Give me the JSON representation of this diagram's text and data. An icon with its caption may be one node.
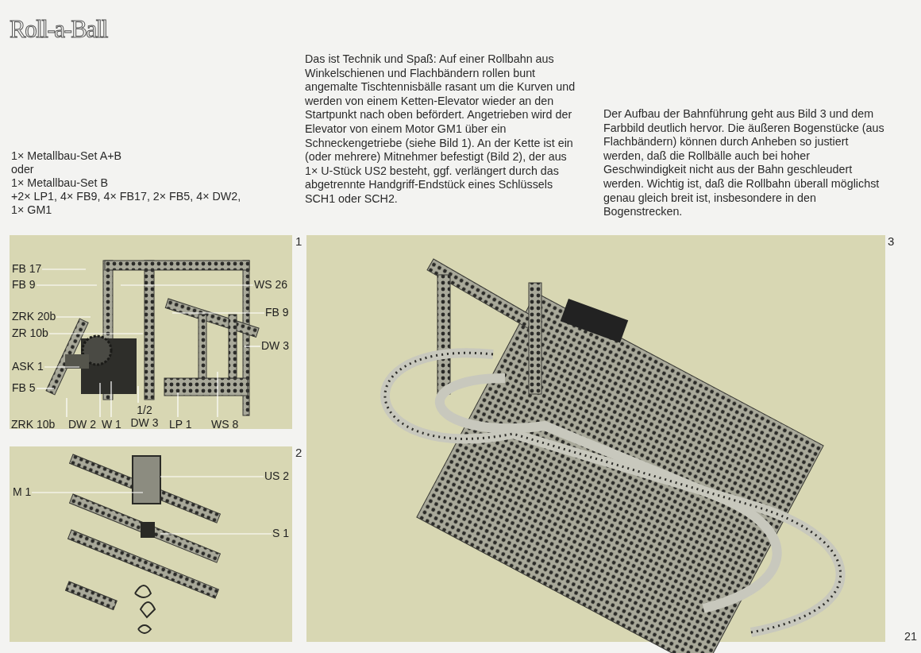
{
  "diagram": {
    "title": "Roll-a-Ball",
    "nodes": [
      {
        "text": [],
        "shape": "picture",
        "beside": [
          "1"
        ]
      },
      {
        "text": [
          "FB 17"
        ],
        "in": 0
      },
      {
        "text": [
          "FB 9"
        ],
        "in": 0
      },
      {
        "text": [
          "ZRK 20b"
        ],
        "in": 0
      },
      {
        "text": [
          "ZR 10b"
        ],
        "in": 0
      },
      {
        "text": [
          "ASK 1"
        ],
        "in": 0
      },
      {
        "text": [
          "FB 5"
        ],
        "in": 0
      },
      {
        "text": [
          "WS 26"
        ],
        "in": 0
      },
      {
        "text": [
          "FB 9"
        ],
        "in": 0
      },
      {
        "text": [
          "DW 3"
        ],
        "in": 0
      },
      {
        "text": [
          "ZRK 10b"
        ],
        "in": 0
      },
      {
        "text": [
          "DW 2"
        ],
        "in": 0
      },
      {
        "text": [
          "W 1"
        ],
        "in": 0
      },
      {
        "text": [
          "1/2 DW 3"
        ],
        "in": 0
      },
      {
        "text": [
          "LP 1"
        ],
        "in": 0
      },
      {
        "text": [
          "WS 8"
        ],
        "in": 0
      },
      {
        "text": [],
        "shape": "picture",
        "beside": [
          "2"
        ]
      },
      {
        "text": [
          "US 2"
        ],
        "in": 16
      },
      {
        "text": [
          "M 1"
        ],
        "in": 16
      },
      {
        "text": [
          "S 1"
        ],
        "in": 16
      },
      {
        "text": [],
        "shape": "picture",
        "beside": [
          "3"
        ]
      }
    ],
    "edges": [
      {
        "from": 1,
        "to": null,
        "arrow": "none"
      },
      {
        "from": 2,
        "to": null,
        "arrow": "none"
      },
      {
        "from": 3,
        "to": null,
        "arrow": "none"
      },
      {
        "from": 4,
        "to": null,
        "arrow": "none"
      },
      {
        "from": 5,
        "to": null,
        "arrow": "none"
      },
      {
        "from": 6,
        "to": null,
        "arrow": "none"
      },
      {
        "from": 7,
        "to": null,
        "arrow": "none"
      },
      {
        "from": 8,
        "to": null,
        "arrow": "none"
      },
      {
        "from": 9,
        "to": null,
        "arrow": "none"
      },
      {
        "from": 10,
        "to": null,
        "arrow": "none"
      },
      {
        "from": 11,
        "to": null,
        "arrow": "none"
      },
      {
        "from": 12,
        "to": null,
        "arrow": "none"
      },
      {
        "from": 13,
        "to": null,
        "arrow": "none"
      },
      {
        "from": 14,
        "to": null,
        "arrow": "none"
      },
      {
        "from": 15,
        "to": null,
        "arrow": "none"
      },
      {
        "from": 17,
        "to": null,
        "arrow": "none"
      },
      {
        "from": 18,
        "to": null,
        "arrow": "none"
      },
      {
        "from": 19,
        "to": null,
        "arrow": "none"
      }
    ],
    "labels": [
      "1× Metallbau-Set A+B",
      "oder",
      "1× Metallbau-Set B",
      "+2× LP1, 4× FB9, 4× FB17, 2× FB5, 4× DW2, 1× GM1",
      "Das ist Technik und Spaß: Auf einer Rollbahn aus Winkelschienen und Flachbändern rollen bunt angemalte Tischtennisbälle rasant um die Kurven und werden von einem Ketten-Elevator wieder an den Startpunkt nach oben befördert. Angetrieben wird der Elevator von einem Motor GM1 über ein Schneckengetriebe (siehe Bild 1). An der Kette ist ein (oder mehrere) Mitnehmer befestigt (Bild 2), der aus 1× U-Stück US2 besteht, ggf. verlängert durch das abgetrennte Handgriff-Endstück eines Schlüssels SCH1 oder SCH2.",
      "Der Aufbau der Bahnführung geht aus Bild 3 und dem Farbbild deutlich hervor. Die äußeren Bogenstücke (aus Flachbändern) können durch Anheben so justiert werden, daß die Rollbälle auch bei hoher Geschwindigkeit nicht aus der Bahn geschleudert werden. Wichtig ist, daß die Rollbahn überall möglichst genau gleich breit ist, insbesondere in den Bogenstrecken.",
      "21"
    ]
  }
}
